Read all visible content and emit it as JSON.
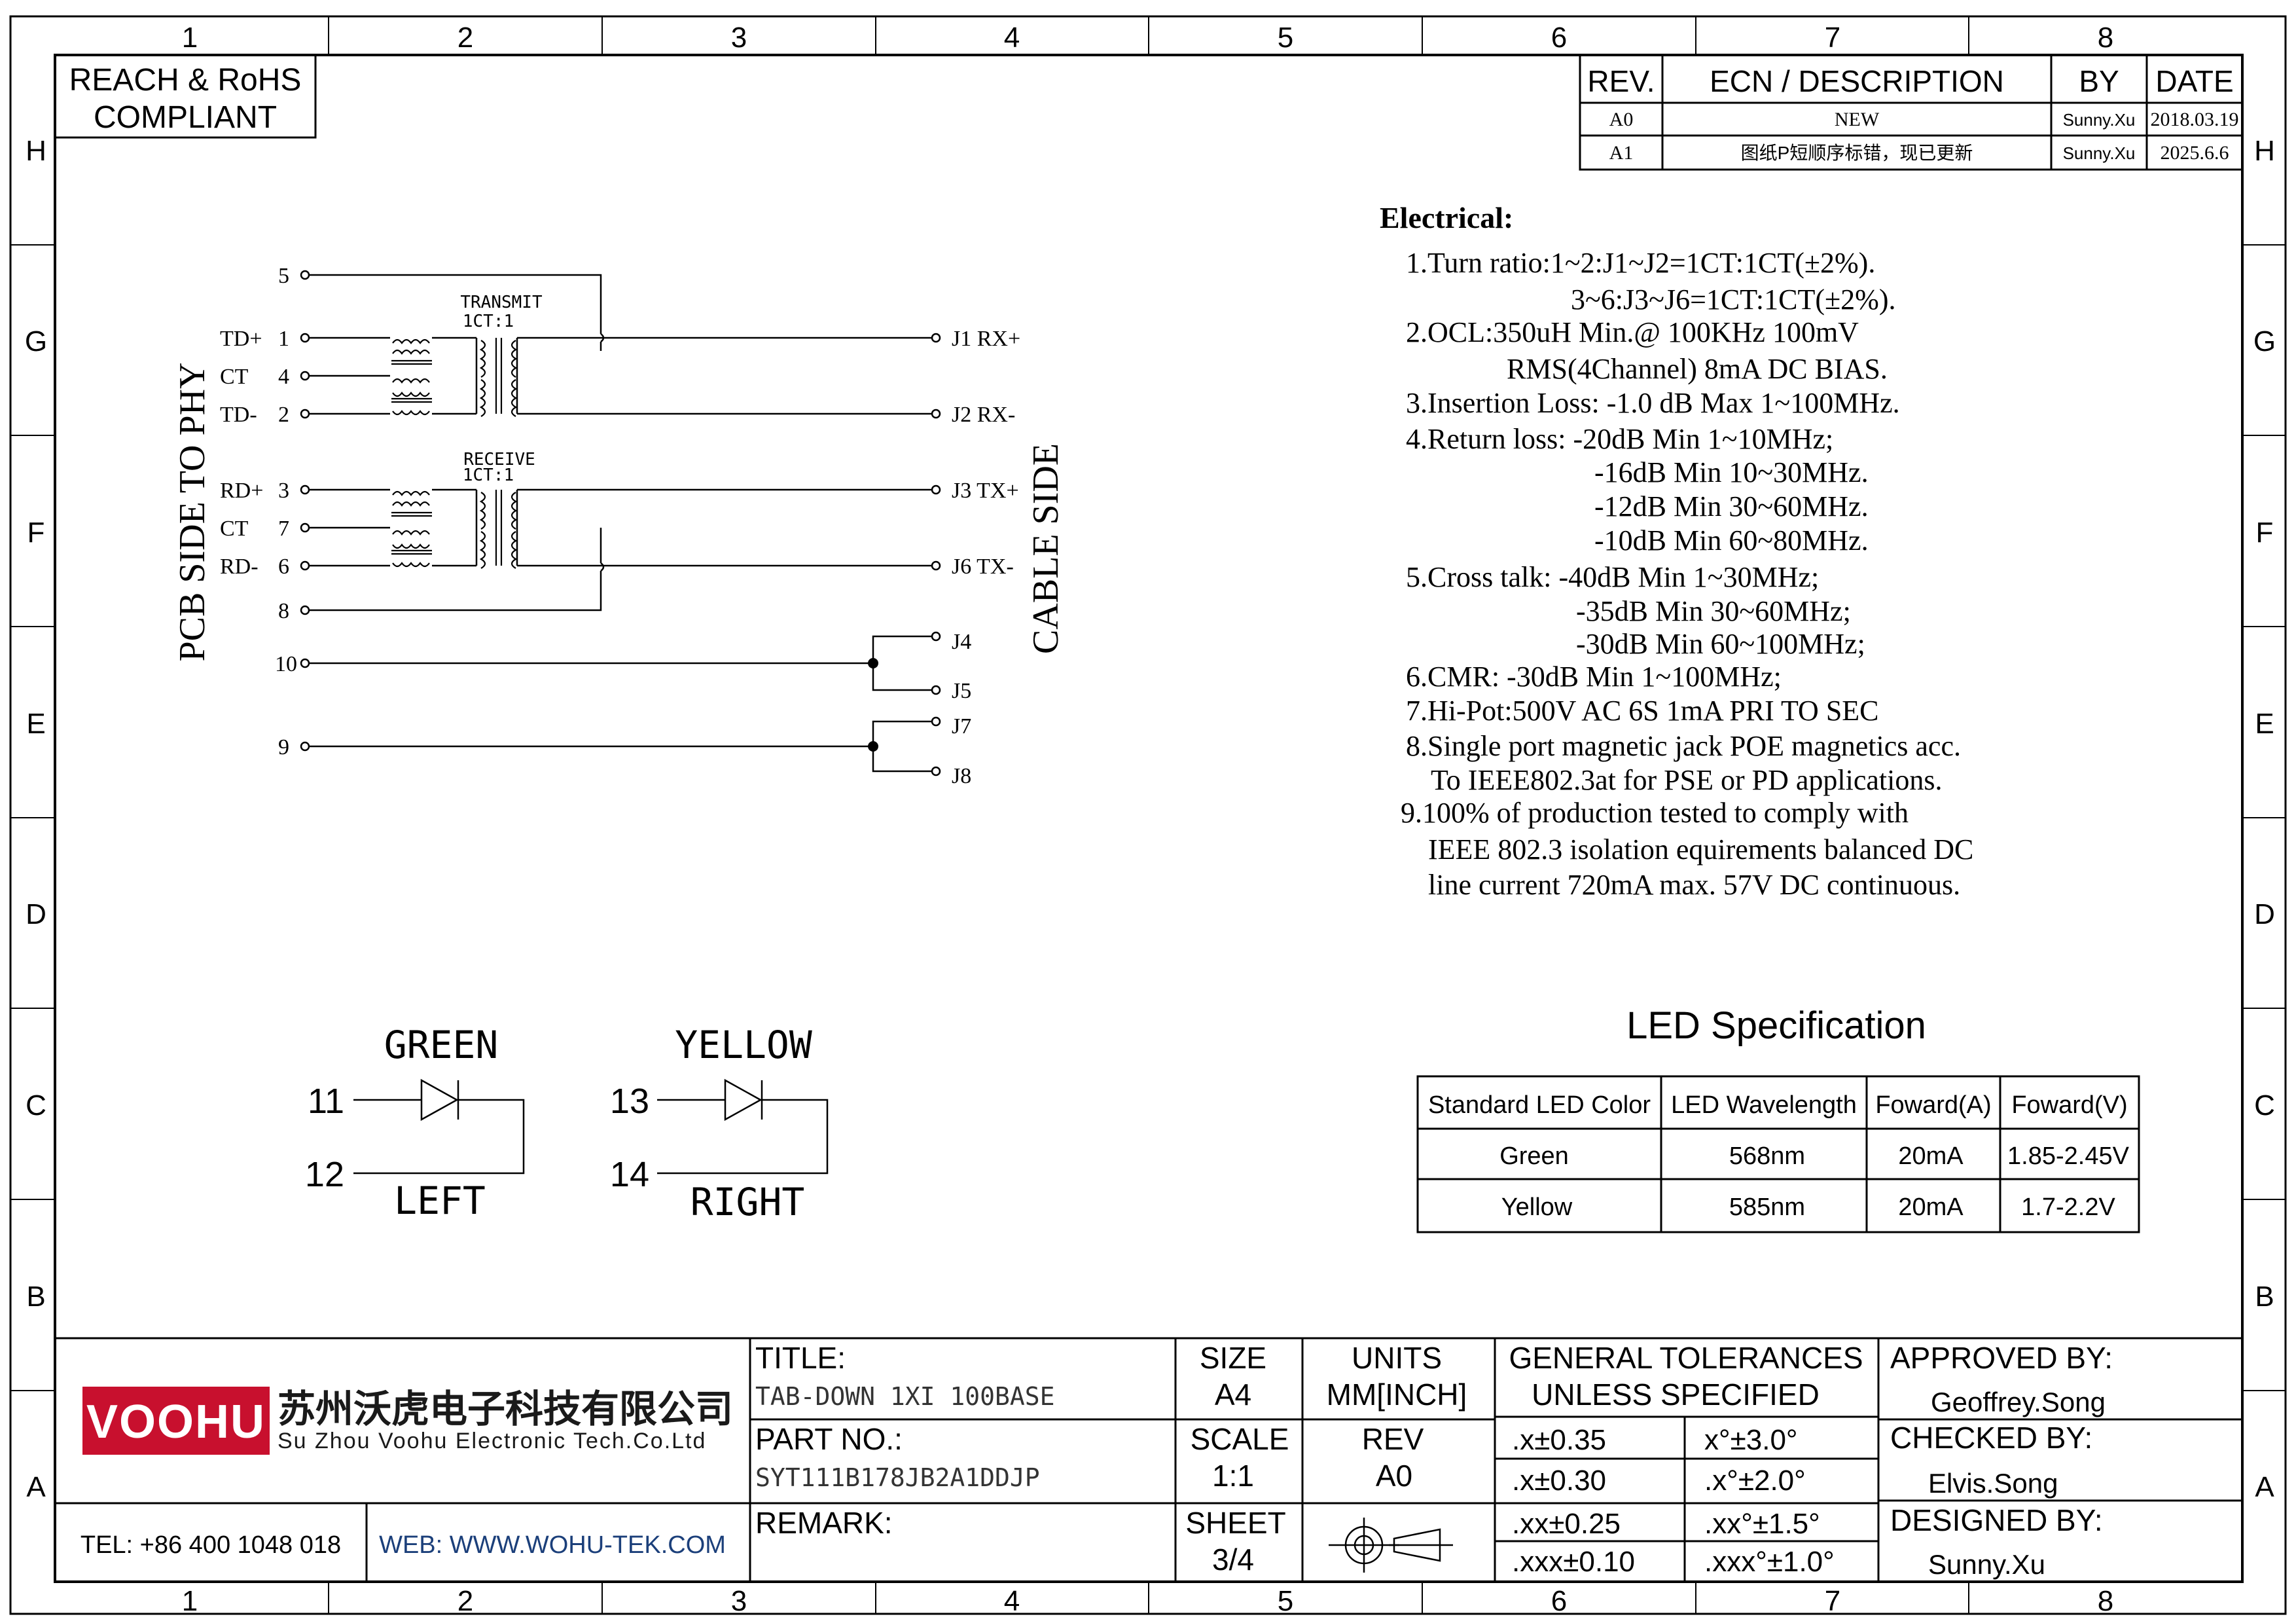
{
  "compliance": {
    "line1": "REACH & RoHS",
    "line2": "COMPLIANT"
  },
  "grid": {
    "columns": [
      "1",
      "2",
      "3",
      "4",
      "5",
      "6",
      "7",
      "8"
    ],
    "rows": [
      "H",
      "G",
      "F",
      "E",
      "D",
      "C",
      "B",
      "A"
    ]
  },
  "revision_table": {
    "headers": [
      "REV.",
      "ECN / DESCRIPTION",
      "BY",
      "DATE"
    ],
    "rows": [
      [
        "A0",
        "NEW",
        "Sunny.Xu",
        "2018.03.19"
      ],
      [
        "A1",
        "图纸P短顺序标错，现已更新",
        "Sunny.Xu",
        "2025.6.6"
      ]
    ]
  },
  "schematic": {
    "left_label": "PCB SIDE TO PHY",
    "right_label": "CABLE SIDE",
    "transmit": {
      "name": "TRANSMIT",
      "ratio": "1CT:1"
    },
    "receive": {
      "name": "RECEIVE",
      "ratio": "1CT:1"
    },
    "pins": {
      "p5": "5",
      "p1": "1",
      "p4": "4",
      "p2": "2",
      "p3": "3",
      "p7": "7",
      "p6": "6",
      "p8": "8",
      "p10": "10",
      "p9": "9"
    },
    "signals": {
      "td_plus": "TD+",
      "ct1": "CT",
      "td_minus": "TD-",
      "rd_plus": "RD+",
      "ct2": "CT",
      "rd_minus": "RD-"
    },
    "jacks": {
      "j1": "J1  RX+",
      "j2": "J2  RX-",
      "j3": "J3  TX+",
      "j6": "J6  TX-",
      "j4": "J4",
      "j5": "J5",
      "j7": "J7",
      "j8": "J8"
    }
  },
  "electrical": {
    "title": "Electrical:",
    "lines": [
      "1.Turn ratio:1~2:J1~J2=1CT:1CT(±2%).",
      "3~6:J3~J6=1CT:1CT(±2%).",
      "2.OCL:350uH Min.@ 100KHz 100mV",
      "RMS(4Channel) 8mA DC BIAS.",
      "3.Insertion Loss: -1.0 dB Max 1~100MHz.",
      "4.Return loss: -20dB Min 1~10MHz;",
      "-16dB Min 10~30MHz.",
      "-12dB Min 30~60MHz.",
      "-10dB Min 60~80MHz.",
      "5.Cross talk: -40dB Min 1~30MHz;",
      "-35dB Min 30~60MHz;",
      "-30dB Min 60~100MHz;",
      "6.CMR: -30dB Min 1~100MHz;",
      "7.Hi-Pot:500V AC  6S 1mA PRI TO SEC",
      "8.Single port magnetic jack POE magnetics acc.",
      "To IEEE802.3at for  PSE or  PD   applications.",
      "9.100% of production tested to comply with",
      "IEEE 802.3 isolation equirements balanced DC",
      "line current 720mA max. 57V DC continuous."
    ]
  },
  "leds": {
    "green": {
      "color": "GREEN",
      "pin_a": "11",
      "pin_b": "12",
      "side": "LEFT"
    },
    "yellow": {
      "color": "YELLOW",
      "pin_a": "13",
      "pin_b": "14",
      "side": "RIGHT"
    }
  },
  "led_spec": {
    "title": "LED Specification",
    "headers": [
      "Standard LED Color",
      "LED Wavelength",
      "Foward(A)",
      "Foward(V)"
    ],
    "rows": [
      [
        "Green",
        "568nm",
        "20mA",
        "1.85-2.45V"
      ],
      [
        "Yellow",
        "585nm",
        "20mA",
        "1.7-2.2V"
      ]
    ]
  },
  "title_block": {
    "logo_text": "VOOHU",
    "company_cn": "苏州沃虎电子科技有限公司",
    "company_en": "Su Zhou Voohu Electronic Tech.Co.Ltd",
    "tel": "TEL: +86 400 1048 018",
    "web": "WEB: WWW.WOHU-TEK.COM",
    "title_label": "TITLE:",
    "title_value": "TAB-DOWN 1XI 100BASE",
    "part_label": "PART NO.:",
    "part_value": "SYT111B178JB2A1DDJP",
    "remark_label": "REMARK:",
    "size_label": "SIZE",
    "size_value": "A4",
    "units_label": "UNITS",
    "units_value": "MM[INCH]",
    "scale_label": "SCALE",
    "scale_value": "1:1",
    "rev_label": "REV",
    "rev_value": "A0",
    "sheet_label": "SHEET",
    "sheet_value": "3/4",
    "tol_line1": "GENERAL TOLERANCES",
    "tol_line2": "UNLESS SPECIFIED",
    "tolerances": [
      [
        ".x±0.35",
        "x°±3.0°"
      ],
      [
        ".x±0.30",
        ".x°±2.0°"
      ],
      [
        ".xx±0.25",
        ".xx°±1.5°"
      ],
      [
        ".xxx±0.10",
        ".xxx°±1.0°"
      ]
    ],
    "approved_label": "APPROVED BY:",
    "approved_value": "Geoffrey.Song",
    "checked_label": "CHECKED BY:",
    "checked_value": "Elvis.Song",
    "designed_label": "DESIGNED BY:",
    "designed_value": "Sunny.Xu"
  }
}
